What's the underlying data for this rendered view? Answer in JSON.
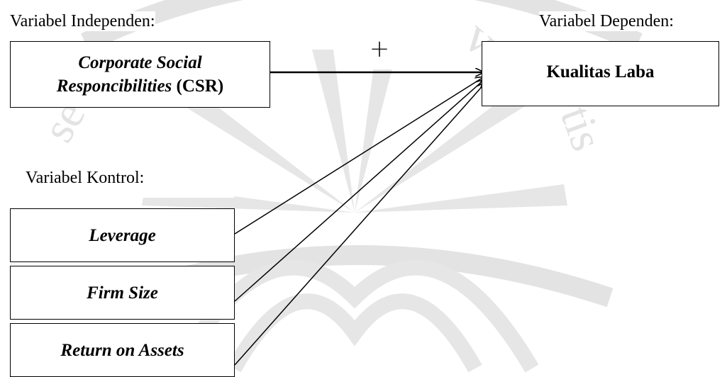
{
  "labels": {
    "independent": "Variabel Independen:",
    "dependent": "Variabel Dependen:",
    "control": "Variabel Kontrol:"
  },
  "relation_sign": "+",
  "boxes": {
    "csr_line1": "Corporate Social",
    "csr_line2_italic": "Responcibilities",
    "csr_line2_suffix": " (CSR)",
    "dependent": "Kualitas Laba",
    "leverage": "Leverage",
    "firm_size": "Firm Size",
    "roa": "Return on Assets"
  },
  "colors": {
    "line": "#000000",
    "watermark": "#d9d9d9"
  },
  "watermark_icon": "university-seal-watermark"
}
